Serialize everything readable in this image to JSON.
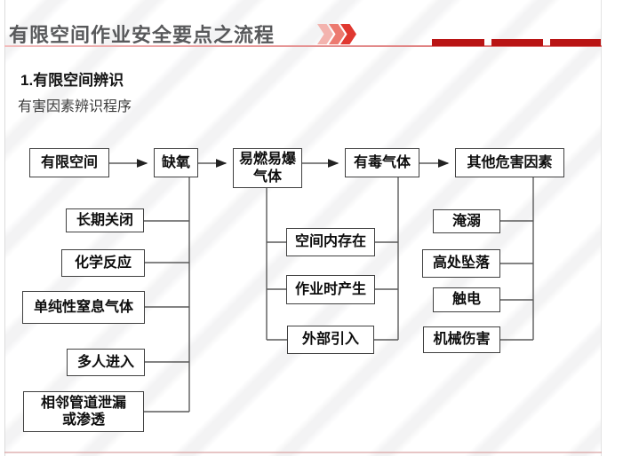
{
  "page": {
    "title": "有限空间作业安全要点之流程",
    "section_heading": "1.有限空间辨识",
    "subtitle": "有害因素辨识程序",
    "accent_red": "#b91414",
    "title_color": "#58595b",
    "chevron_icon": "triple-chevron-right"
  },
  "flow": {
    "main_nodes": [
      {
        "label": "有限空间"
      },
      {
        "label": "缺氧"
      },
      {
        "label": "易燃易爆\n气体"
      },
      {
        "label": "有毒气体"
      },
      {
        "label": "其他危害因素"
      }
    ],
    "oxygen_causes": [
      {
        "label": "长期关闭"
      },
      {
        "label": "化学反应"
      },
      {
        "label": "单纯性窒息气体"
      },
      {
        "label": "多人进入"
      },
      {
        "label": "相邻管道泄漏\n或渗透"
      }
    ],
    "gas_sources": [
      {
        "label": "空间内存在"
      },
      {
        "label": "作业时产生"
      },
      {
        "label": "外部引入"
      }
    ],
    "other_hazards": [
      {
        "label": "淹溺"
      },
      {
        "label": "高处坠落"
      },
      {
        "label": "触电"
      },
      {
        "label": "机械伤害"
      }
    ]
  }
}
